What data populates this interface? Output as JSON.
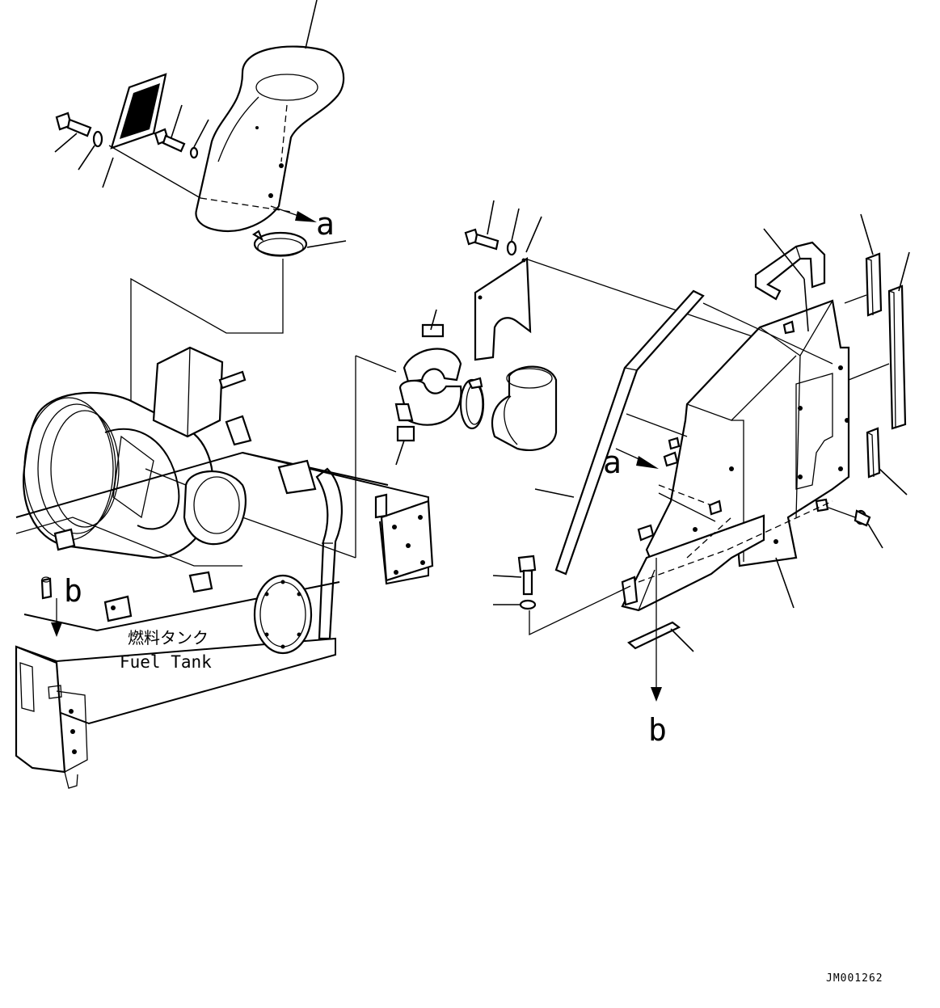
{
  "labels": {
    "view_a_top": "a",
    "view_a_right": "a",
    "view_b_left": "b",
    "view_b_bottom": "b",
    "fuel_tank_jp": "燃料タンク",
    "fuel_tank_en": "Fuel Tank",
    "drawing_number": "JM001262"
  }
}
